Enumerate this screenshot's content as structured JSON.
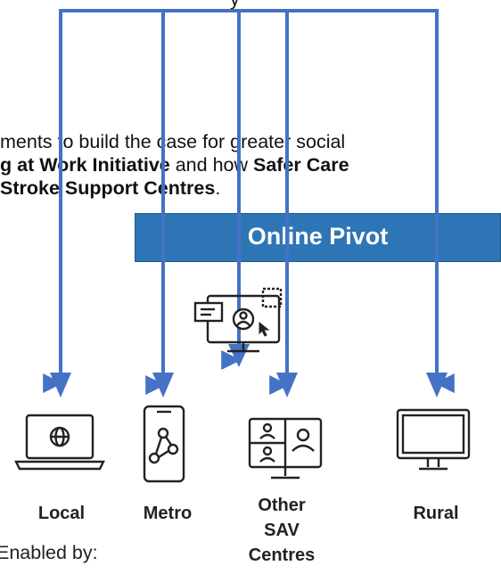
{
  "intro": {
    "line1": "ments to build the case for greater social",
    "line2": [
      {
        "text": "g at Work Initiative",
        "bold": true
      },
      {
        "text": " and how ",
        "bold": false
      },
      {
        "text": "Safer Care",
        "bold": true
      }
    ],
    "line3": [
      {
        "text": "Stroke Support Centres",
        "bold": true
      },
      {
        "text": ".",
        "bold": false
      }
    ],
    "top_fragment": "y"
  },
  "banner": {
    "label": "Online Pivot"
  },
  "channels": [
    {
      "label": "Local",
      "icon": "laptop-globe-icon"
    },
    {
      "label": "Metro",
      "icon": "smartphone-network-icon"
    },
    {
      "label": "Other SAV Centres",
      "lines": [
        "Other",
        "SAV",
        "Centres"
      ],
      "icon": "video-conference-monitor-icon"
    },
    {
      "label": "Rural",
      "icon": "monitor-icon"
    }
  ],
  "footer": {
    "enabled_by": "Enabled by:"
  },
  "colors": {
    "arrow": "#4472c4",
    "banner": "#2e75b6",
    "icon_stroke": "#222222"
  }
}
